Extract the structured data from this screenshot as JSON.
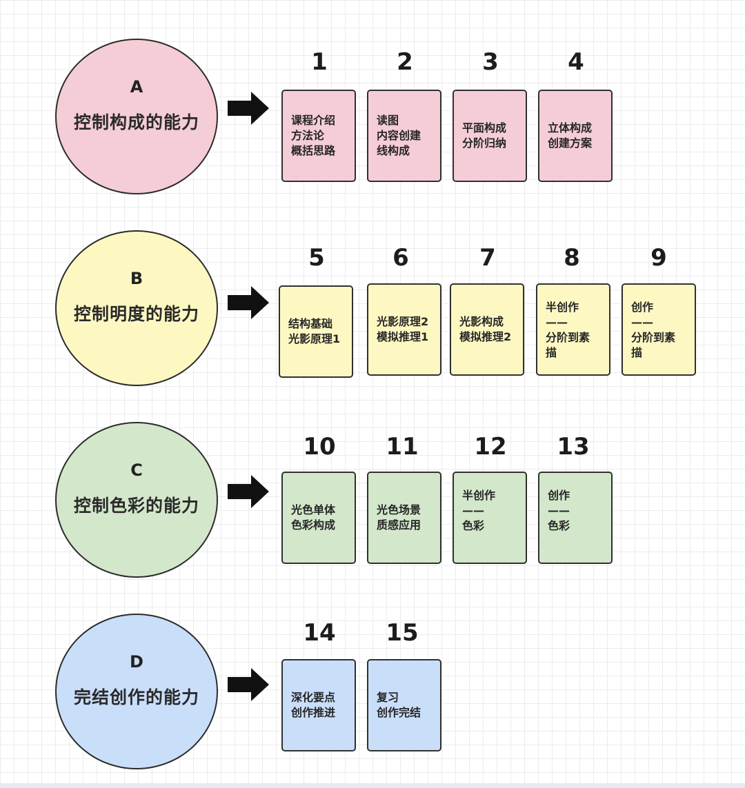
{
  "colors": {
    "A": {
      "fill": "#f5cdd6"
    },
    "B": {
      "fill": "#fdf8c2"
    },
    "C": {
      "fill": "#d3e7cb"
    },
    "D": {
      "fill": "#c9def9"
    }
  },
  "groups": [
    {
      "letter": "A",
      "title": "控制构成的能力",
      "steps": [
        {
          "num": "1",
          "text": "课程介绍\n方法论\n概括思路"
        },
        {
          "num": "2",
          "text": "读图\n内容创建\n线构成"
        },
        {
          "num": "3",
          "text": "平面构成\n分阶归纳"
        },
        {
          "num": "4",
          "text": "立体构成\n创建方案"
        }
      ]
    },
    {
      "letter": "B",
      "title": "控制明度的能力",
      "steps": [
        {
          "num": "5",
          "text": "结构基础\n光影原理1"
        },
        {
          "num": "6",
          "text": "光影原理2\n模拟推理1"
        },
        {
          "num": "7",
          "text": "光影构成\n模拟推理2"
        },
        {
          "num": "8",
          "text": "半创作\n——\n分阶到素\n描"
        },
        {
          "num": "9",
          "text": "创作\n——\n分阶到素\n描"
        }
      ]
    },
    {
      "letter": "C",
      "title": "控制色彩的能力",
      "steps": [
        {
          "num": "10",
          "text": "光色单体\n色彩构成"
        },
        {
          "num": "11",
          "text": "光色场景\n质感应用"
        },
        {
          "num": "12",
          "text": "半创作\n——\n色彩"
        },
        {
          "num": "13",
          "text": "创作\n——\n色彩"
        }
      ]
    },
    {
      "letter": "D",
      "title": "完结创作的能力",
      "steps": [
        {
          "num": "14",
          "text": "深化要点\n创作推进"
        },
        {
          "num": "15",
          "text": "复习\n创作完结"
        }
      ]
    }
  ]
}
